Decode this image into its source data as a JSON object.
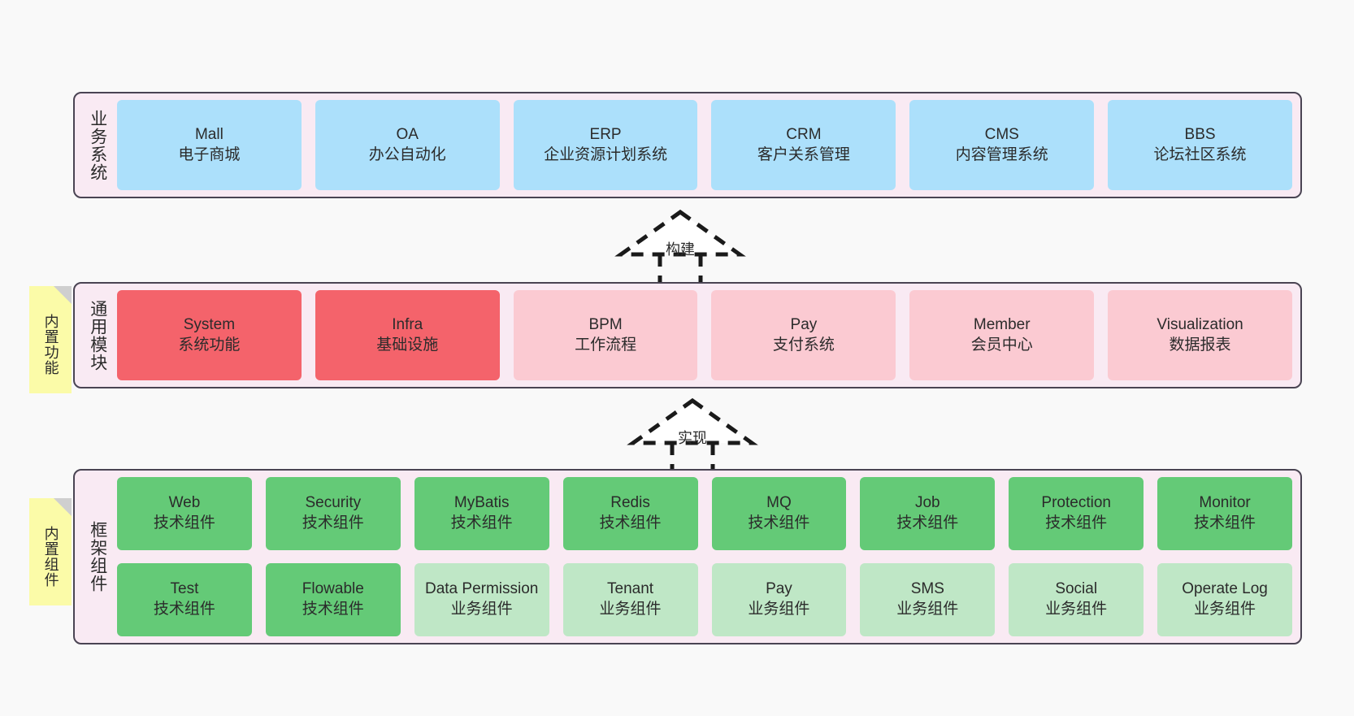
{
  "diagram": {
    "background_color": "#f9f9f9",
    "layer_fill": "#f9eaf3",
    "layer_border": "#4a4453",
    "note_fill": "#fbfba8",
    "palette": {
      "blue": "#ace0fb",
      "red": "#f4636b",
      "pink": "#fbcad2",
      "green": "#64ca77",
      "light_green": "#bfe7c6"
    }
  },
  "layers": [
    {
      "id": "business",
      "title": "业务系统",
      "rows": [
        [
          {
            "name": "Mall",
            "subtitle": "电子商城",
            "color": "blue"
          },
          {
            "name": "OA",
            "subtitle": "办公自动化",
            "color": "blue"
          },
          {
            "name": "ERP",
            "subtitle": "企业资源计划系统",
            "color": "blue"
          },
          {
            "name": "CRM",
            "subtitle": "客户关系管理",
            "color": "blue"
          },
          {
            "name": "CMS",
            "subtitle": "内容管理系统",
            "color": "blue"
          },
          {
            "name": "BBS",
            "subtitle": "论坛社区系统",
            "color": "blue"
          }
        ]
      ]
    },
    {
      "id": "modules",
      "title": "通用模块",
      "note": "内置功能",
      "rows": [
        [
          {
            "name": "System",
            "subtitle": "系统功能",
            "color": "red"
          },
          {
            "name": "Infra",
            "subtitle": "基础设施",
            "color": "red"
          },
          {
            "name": "BPM",
            "subtitle": "工作流程",
            "color": "pink"
          },
          {
            "name": "Pay",
            "subtitle": "支付系统",
            "color": "pink"
          },
          {
            "name": "Member",
            "subtitle": "会员中心",
            "color": "pink"
          },
          {
            "name": "Visualization",
            "subtitle": "数据报表",
            "color": "pink"
          }
        ]
      ]
    },
    {
      "id": "framework",
      "title": "框架组件",
      "note": "内置组件",
      "rows": [
        [
          {
            "name": "Web",
            "subtitle": "技术组件",
            "color": "green"
          },
          {
            "name": "Security",
            "subtitle": "技术组件",
            "color": "green"
          },
          {
            "name": "MyBatis",
            "subtitle": "技术组件",
            "color": "green"
          },
          {
            "name": "Redis",
            "subtitle": "技术组件",
            "color": "green"
          },
          {
            "name": "MQ",
            "subtitle": "技术组件",
            "color": "green"
          },
          {
            "name": "Job",
            "subtitle": "技术组件",
            "color": "green"
          },
          {
            "name": "Protection",
            "subtitle": "技术组件",
            "color": "green"
          },
          {
            "name": "Monitor",
            "subtitle": "技术组件",
            "color": "green"
          }
        ],
        [
          {
            "name": "Test",
            "subtitle": "技术组件",
            "color": "green"
          },
          {
            "name": "Flowable",
            "subtitle": "技术组件",
            "color": "green"
          },
          {
            "name": "Data Permission",
            "subtitle": "业务组件",
            "color": "light_green"
          },
          {
            "name": "Tenant",
            "subtitle": "业务组件",
            "color": "light_green"
          },
          {
            "name": "Pay",
            "subtitle": "业务组件",
            "color": "light_green"
          },
          {
            "name": "SMS",
            "subtitle": "业务组件",
            "color": "light_green"
          },
          {
            "name": "Social",
            "subtitle": "业务组件",
            "color": "light_green"
          },
          {
            "name": "Operate Log",
            "subtitle": "业务组件",
            "color": "light_green"
          }
        ]
      ]
    }
  ],
  "connectors": [
    {
      "id": "build",
      "label": "构建",
      "style": "dashed-generalization-up"
    },
    {
      "id": "realize",
      "label": "实现",
      "style": "dashed-generalization-up"
    }
  ]
}
